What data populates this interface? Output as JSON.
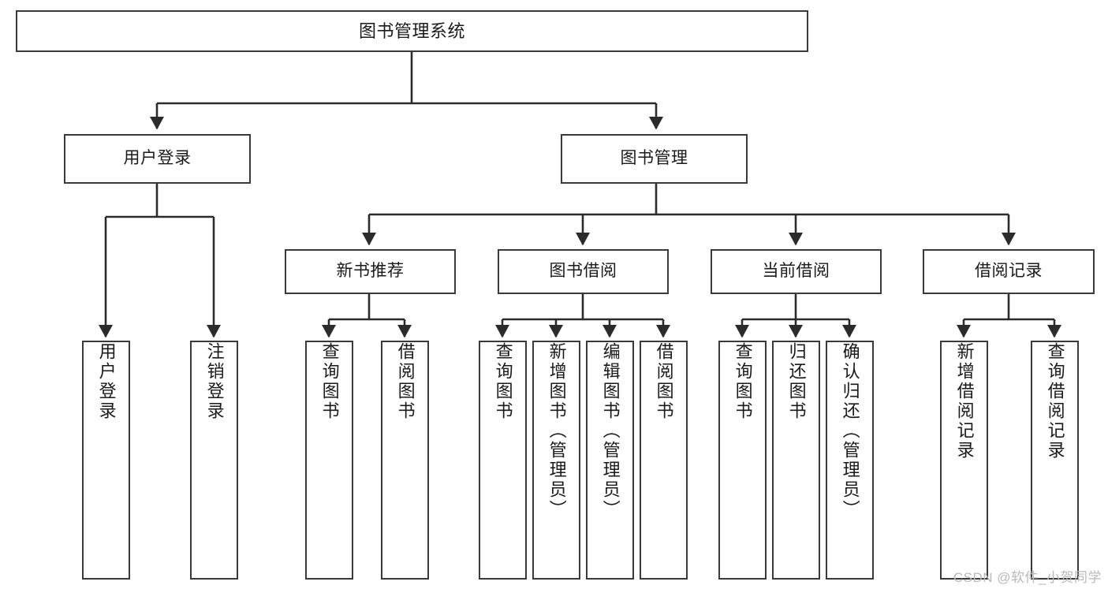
{
  "diagram": {
    "title": "图书管理系统",
    "type": "hierarchy-tree",
    "theme": {
      "background": "#ffffff",
      "node_border": "#3a3a3a",
      "node_fill": "#ffffff",
      "edge_color": "#2b2b2b",
      "text_color": "#1a1a1a",
      "watermark_color": "#b9b9b9"
    },
    "root": {
      "label": "图书管理系统"
    },
    "level2": [
      {
        "label": "用户登录"
      },
      {
        "label": "图书管理"
      }
    ],
    "level3": [
      {
        "label": "新书推荐"
      },
      {
        "label": "图书借阅"
      },
      {
        "label": "当前借阅"
      },
      {
        "label": "借阅记录"
      }
    ],
    "leaves": {
      "user_login": [
        {
          "label": "用户登录"
        },
        {
          "label": "注销登录"
        }
      ],
      "new_book_recommend": [
        {
          "label": "查询图书"
        },
        {
          "label": "借阅图书"
        }
      ],
      "book_borrow": [
        {
          "label": "查询图书"
        },
        {
          "label": "新增图书（管理员）"
        },
        {
          "label": "编辑图书（管理员）"
        },
        {
          "label": "借阅图书"
        }
      ],
      "current_borrow": [
        {
          "label": "查询图书"
        },
        {
          "label": "归还图书"
        },
        {
          "label": "确认归还（管理员）"
        }
      ],
      "borrow_record": [
        {
          "label": "新增借阅记录"
        },
        {
          "label": "查询借阅记录"
        }
      ]
    }
  },
  "watermark": {
    "text": "CSDN @软件_小贺同学"
  }
}
